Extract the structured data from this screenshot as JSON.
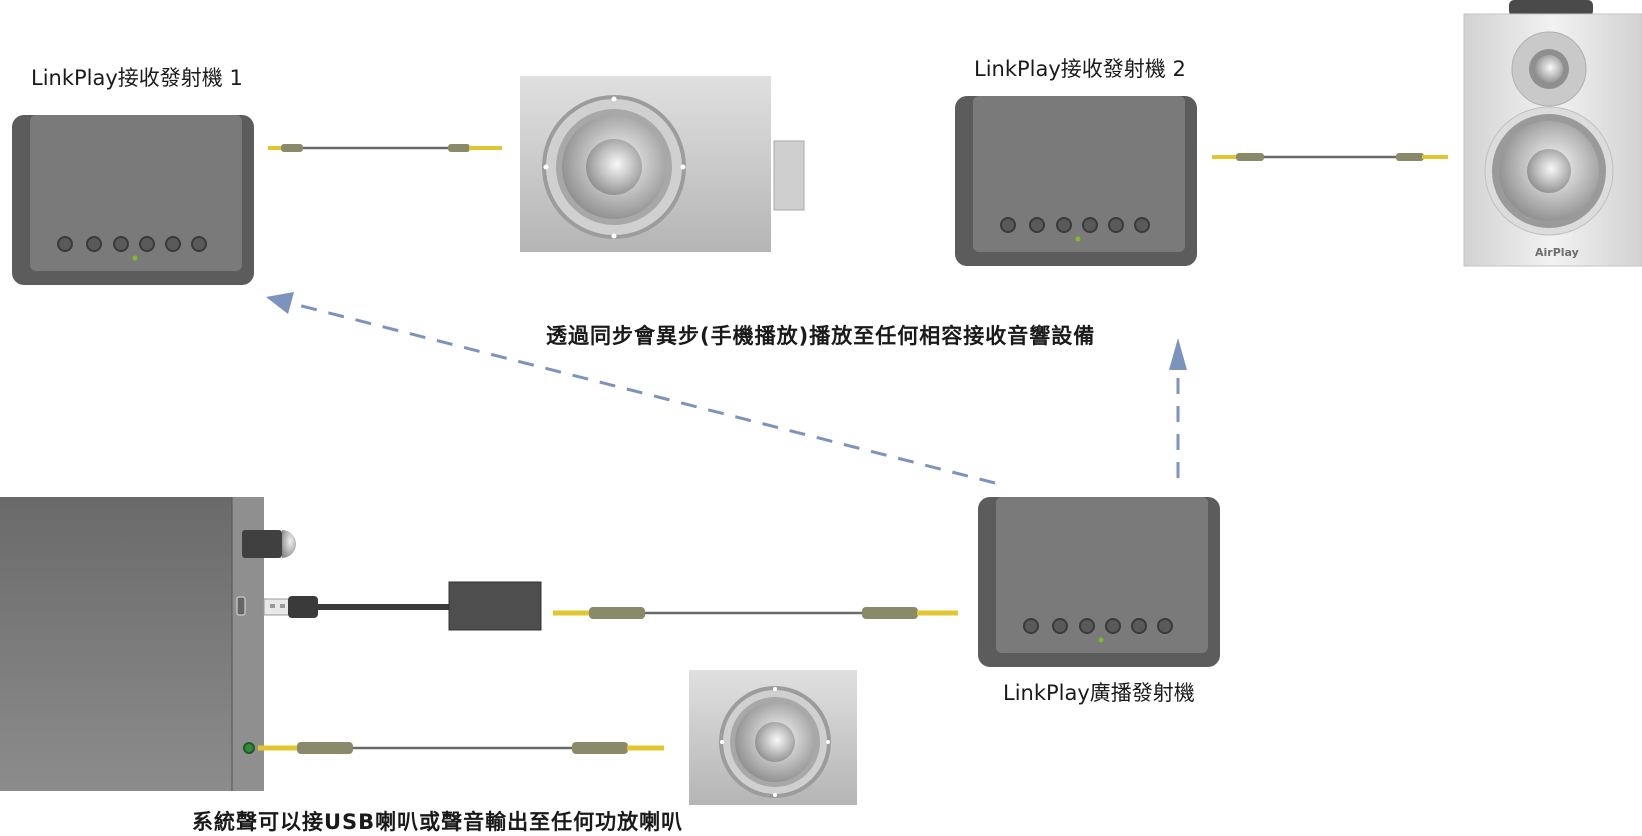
{
  "labels": {
    "receiver1": "LinkPlay接收發射機 1",
    "receiver2": "LinkPlay接收發射機 2",
    "broadcaster": "LinkPlay廣播發射機",
    "sync_caption": "透過同步會異步(手機播放)播放至任何相容接收音響設備",
    "system_caption": "系統聲可以接USB喇叭或聲音輸出至任何功放喇叭",
    "airplay": "AirPlay"
  },
  "colors": {
    "device_body": "#5c5c5c",
    "device_face": "#787878",
    "speaker_silver": "#c9c9c9",
    "arrow_blue": "#7b93bd",
    "plug_gold": "#e1c62f",
    "cable": "#6a6a6a",
    "led_green": "#7dbd2a"
  }
}
